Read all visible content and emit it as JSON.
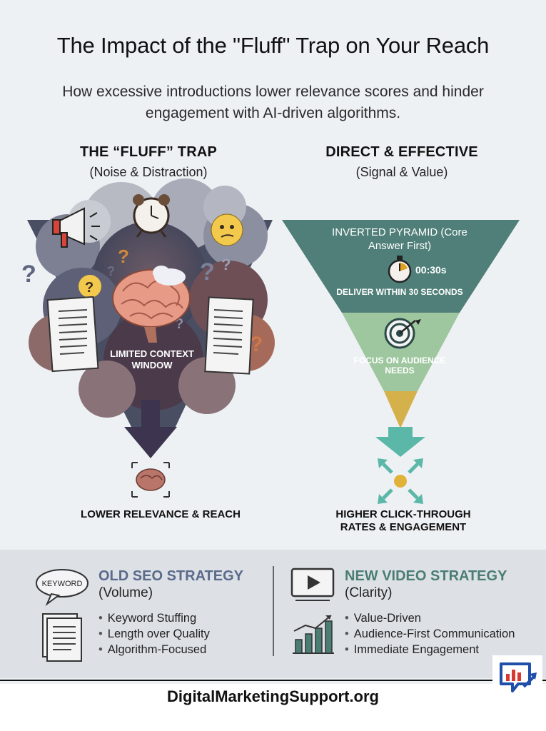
{
  "header": {
    "title": "The Impact of the \"Fluff\" Trap on Your Reach",
    "subtitle": "How excessive introductions lower relevance scores and hinder engagement with AI-driven algorithms."
  },
  "left": {
    "heading": "THE “FLUFF” TRAP",
    "subheading": "(Noise & Distraction)",
    "brain_label": "LIMITED CONTEXT WINDOW",
    "caption": "LOWER RELEVANCE & REACH"
  },
  "right": {
    "heading": "DIRECT & EFFECTIVE",
    "subheading": "(Signal & Value)",
    "pyramid_title": "INVERTED PYRAMID (Core Answer First)",
    "timer_text": "00:30s",
    "deliver_text": "DELIVER WITHIN 30 SECONDS",
    "focus_text": "FOCUS ON AUDIENCE NEEDS",
    "caption": "HIGHER CLICK-THROUGH RATES & ENGAGEMENT"
  },
  "old_strategy": {
    "badge": "KEYWORD",
    "title": "OLD SEO STRATEGY",
    "subtitle": "(Volume)",
    "items": [
      "Keyword Stuffing",
      "Length over Quality",
      "Algorithm-Focused"
    ]
  },
  "new_strategy": {
    "title": "NEW VIDEO STRATEGY",
    "subtitle": "(Clarity)",
    "items": [
      "Value-Driven",
      "Audience-First Communication",
      "Immediate Engagement"
    ]
  },
  "footer": {
    "site": "DigitalMarketingSupport.org"
  },
  "colors": {
    "fluff_cloud": "#4a4e63",
    "funnel_teal": "#4f7f78",
    "funnel_green": "#9fc79f",
    "funnel_gold": "#d4b14a",
    "old_accent": "#5a6a8a",
    "new_accent": "#4a7d74"
  },
  "icons": [
    "megaphone-icon",
    "alarm-clock-icon",
    "confused-face-icon",
    "question-mark-icon",
    "brain-icon",
    "document-icon",
    "stopwatch-icon",
    "target-icon",
    "expand-arrows-icon",
    "keyword-bubble-icon",
    "video-play-icon",
    "bar-chart-icon",
    "site-logo-icon"
  ]
}
